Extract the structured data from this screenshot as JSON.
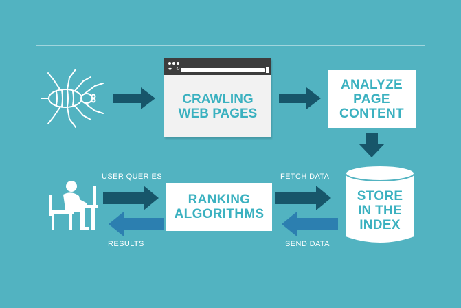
{
  "nodes": {
    "crawling": "CRAWLING\nWEB PAGES",
    "analyze": "ANALYZE\nPAGE\nCONTENT",
    "store": "STORE\nIN THE\nINDEX",
    "ranking": "RANKING\nALGORITHMS"
  },
  "labels": {
    "user_queries": "USER QUERIES",
    "fetch_data": "FETCH DATA",
    "results": "RESULTS",
    "send_data": "SEND DATA"
  },
  "colors": {
    "background": "#52b3c1",
    "box": "#ffffff",
    "box_text": "#3bb1c0",
    "arrow_dark": "#17566a",
    "arrow_light": "#2c7fb0",
    "icon_line": "#ffffff"
  },
  "icons": {
    "crawler": "spider-icon",
    "user": "person-at-computer-icon"
  }
}
